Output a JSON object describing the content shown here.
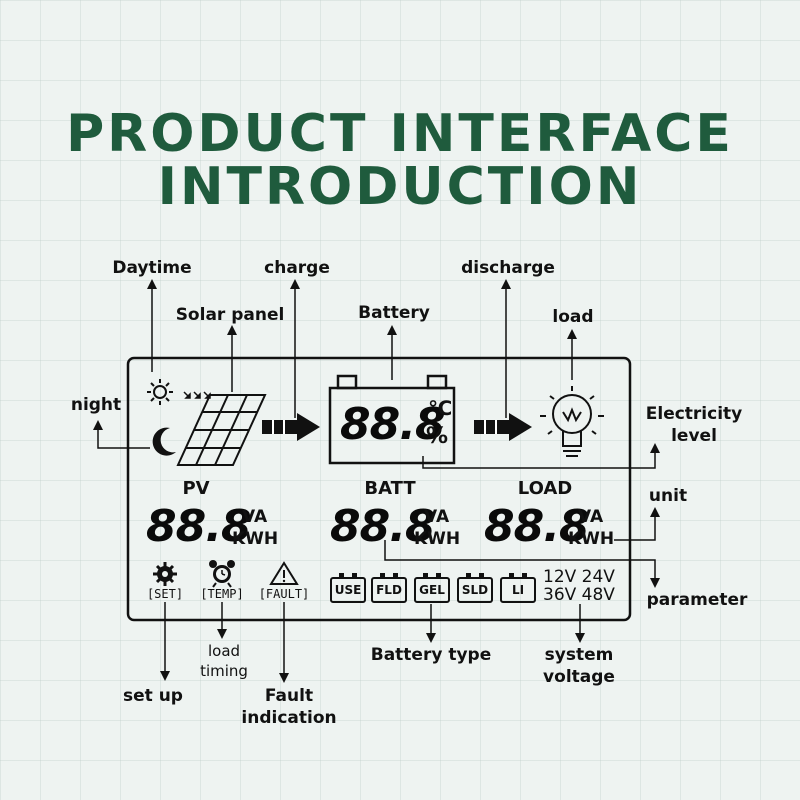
{
  "title": {
    "line1": "PRODUCT INTERFACE",
    "line2": "INTRODUCTION"
  },
  "callouts": {
    "daytime": "Daytime",
    "solar_panel": "Solar panel",
    "charge": "charge",
    "battery": "Battery",
    "discharge": "discharge",
    "load": "load",
    "night": "night",
    "electricity_level_1": "Electricity",
    "electricity_level_2": "level",
    "unit": "unit",
    "parameter": "parameter",
    "set_up": "set up",
    "load_timing_1": "load",
    "load_timing_2": "timing",
    "fault_indication_1": "Fault",
    "fault_indication_2": "indication",
    "battery_type": "Battery type",
    "system_voltage_1": "system",
    "system_voltage_2": "voltage"
  },
  "display": {
    "battery_digits": "88.8",
    "celsius": "℃",
    "percent": "%",
    "pv_label": "PV",
    "batt_label": "BATT",
    "load_label": "LOAD",
    "pv_digits": "88.8",
    "batt_digits": "88.8",
    "load_digits": "88.8",
    "unit_va": "VA",
    "unit_kwh": "KWH",
    "set": "[SET]",
    "temp": "[TEMP]",
    "fault": "[FAULT]",
    "battery_types": [
      "USE",
      "FLD",
      "GEL",
      "SLD",
      "LI"
    ],
    "voltages_row1": "12V 24V",
    "voltages_row2": "36V 48V"
  },
  "icons": [
    "sun-icon",
    "moon-icon",
    "solar-panel-icon",
    "arrow-right-icon",
    "battery-icon",
    "bulb-icon",
    "gear-icon",
    "alarm-clock-icon",
    "warning-icon"
  ],
  "colors": {
    "title": "#1f5b3d",
    "background": "#eef3f1",
    "ink": "#111111"
  }
}
